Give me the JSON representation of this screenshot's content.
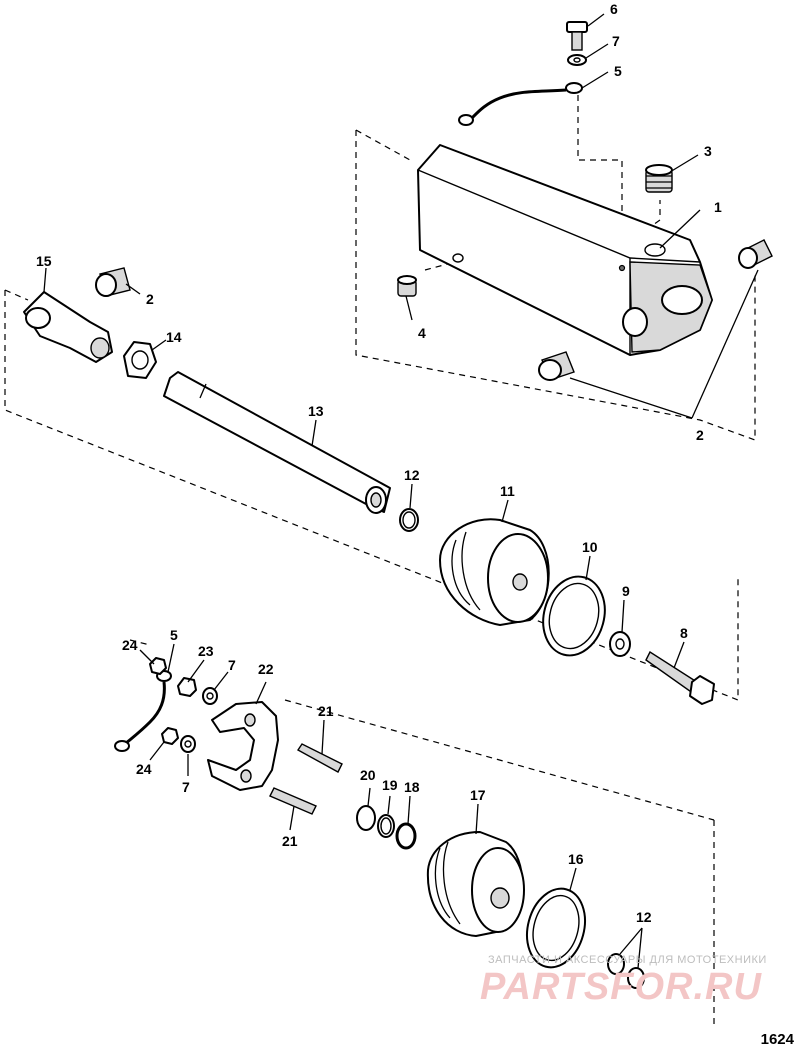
{
  "figure": {
    "number": "1624",
    "callouts": [
      "1",
      "2",
      "2",
      "2",
      "3",
      "4",
      "5",
      "5",
      "6",
      "7",
      "7",
      "7",
      "8",
      "9",
      "10",
      "11",
      "12",
      "12",
      "13",
      "14",
      "15",
      "16",
      "17",
      "18",
      "19",
      "20",
      "21",
      "21",
      "22",
      "23",
      "24",
      "24"
    ]
  },
  "watermark": {
    "line": "ЗАПЧАСТИ И АКСЕССУАРЫ ДЛЯ МОТОТЕХНИКИ",
    "brand": "PARTSFOR.RU"
  }
}
